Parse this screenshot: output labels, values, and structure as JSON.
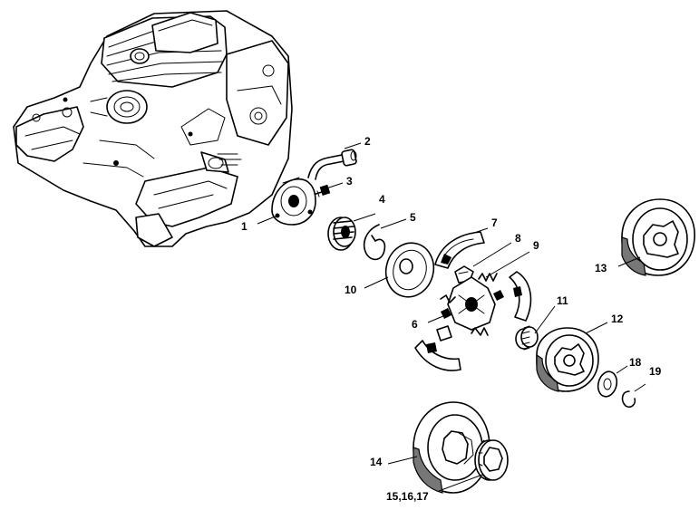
{
  "diagram": {
    "callouts": [
      {
        "id": "1",
        "text": "1"
      },
      {
        "id": "2",
        "text": "2"
      },
      {
        "id": "3",
        "text": "3"
      },
      {
        "id": "4",
        "text": "4"
      },
      {
        "id": "5",
        "text": "5"
      },
      {
        "id": "6",
        "text": "6"
      },
      {
        "id": "7",
        "text": "7"
      },
      {
        "id": "8",
        "text": "8"
      },
      {
        "id": "9",
        "text": "9"
      },
      {
        "id": "10",
        "text": "10"
      },
      {
        "id": "11",
        "text": "11"
      },
      {
        "id": "12",
        "text": "12"
      },
      {
        "id": "13",
        "text": "13"
      },
      {
        "id": "14",
        "text": "14"
      },
      {
        "id": "15_16_17",
        "text": "15,16,17"
      },
      {
        "id": "18",
        "text": "18"
      },
      {
        "id": "19",
        "text": "19"
      }
    ]
  }
}
